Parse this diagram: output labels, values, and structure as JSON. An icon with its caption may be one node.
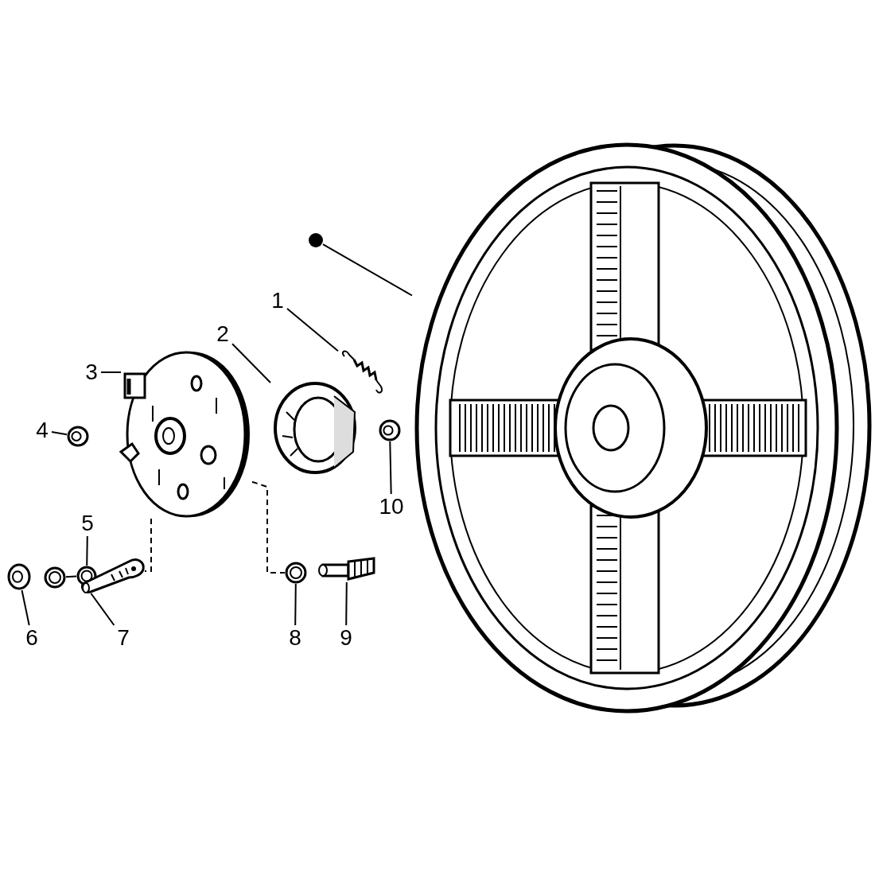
{
  "diagram": {
    "nodes": [
      {
        "text": [],
        "shape": "circle"
      },
      {
        "text": [],
        "shape": "picture"
      },
      {
        "text": [
          "1"
        ]
      },
      {
        "text": [],
        "shape": "picture"
      },
      {
        "text": [
          "2"
        ]
      },
      {
        "text": [],
        "shape": "picture"
      },
      {
        "text": [
          "3"
        ]
      },
      {
        "text": [],
        "shape": "picture"
      },
      {
        "text": [
          "4"
        ]
      },
      {
        "text": [],
        "shape": "picture"
      },
      {
        "text": [],
        "shape": "picture"
      },
      {
        "text": [
          "10"
        ]
      },
      {
        "text": [
          "5"
        ]
      },
      {
        "text": [],
        "shape": "picture"
      },
      {
        "text": [],
        "shape": "picture"
      },
      {
        "text": [],
        "shape": "picture"
      },
      {
        "text": [],
        "shape": "picture"
      },
      {
        "text": [],
        "shape": "picture"
      },
      {
        "text": [],
        "shape": "picture"
      },
      {
        "text": [
          "6"
        ]
      },
      {
        "text": [
          "7"
        ]
      },
      {
        "text": [
          "8"
        ]
      },
      {
        "text": [
          "9"
        ]
      }
    ],
    "edges": [
      {
        "from": 0,
        "to": 1,
        "arrow": "none"
      },
      {
        "from": 2,
        "to": 3,
        "arrow": "none"
      },
      {
        "from": 4,
        "to": 5,
        "arrow": "none"
      },
      {
        "from": 6,
        "to": 7,
        "arrow": "none"
      },
      {
        "from": 8,
        "to": 9,
        "arrow": "none"
      },
      {
        "from": 11,
        "to": 10,
        "arrow": "none"
      },
      {
        "from": 12,
        "to": 15,
        "arrow": "none"
      },
      {
        "from": 14,
        "to": 15,
        "arrow": "none"
      },
      {
        "from": 19,
        "to": 13,
        "arrow": "none"
      },
      {
        "from": 20,
        "to": 16,
        "arrow": "none"
      },
      {
        "from": 21,
        "to": 17,
        "arrow": "none"
      },
      {
        "from": 22,
        "to": 18,
        "arrow": "none"
      },
      {
        "from": 7,
        "to": 16,
        "arrow": "none",
        "style": "dashed"
      },
      {
        "from": 7,
        "to": 17,
        "arrow": "none",
        "style": "dashed"
      }
    ]
  }
}
